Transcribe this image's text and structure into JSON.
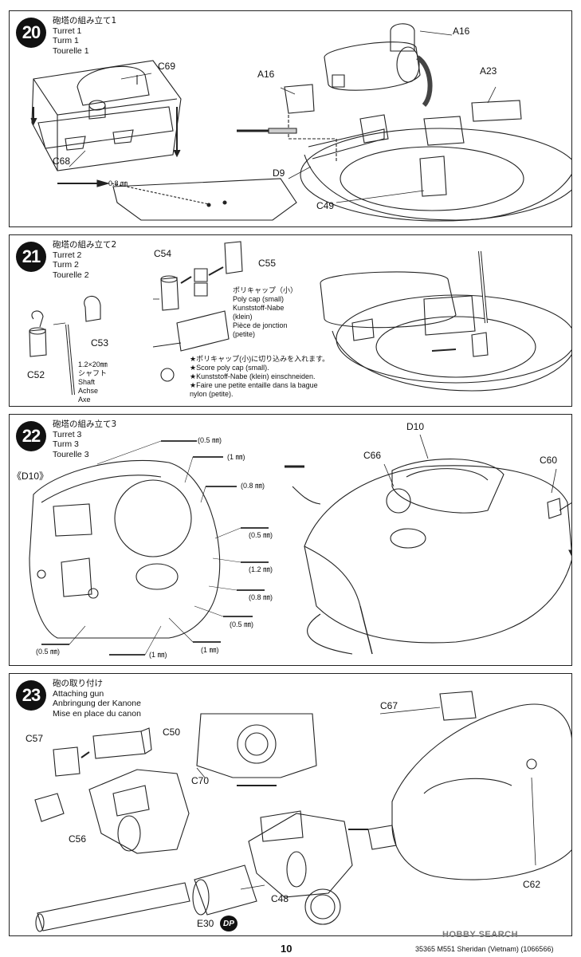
{
  "steps": [
    {
      "number": "20",
      "title_jp": "砲塔の組み立て1",
      "title_en": "Turret 1",
      "title_de": "Turm 1",
      "title_fr": "Tourelle 1",
      "parts": [
        "C69",
        "C68",
        "A16",
        "A16",
        "A23",
        "D9",
        "C49"
      ],
      "drill": "0.8 ㎜"
    },
    {
      "number": "21",
      "title_jp": "砲塔の組み立て2",
      "title_en": "Turret 2",
      "title_de": "Turm 2",
      "title_fr": "Tourelle 2",
      "parts": [
        "C54",
        "C55",
        "C53",
        "C52"
      ],
      "shaft": [
        "1.2×20㎜",
        "シャフト",
        "Shaft",
        "Achse",
        "Axe"
      ],
      "polycap": [
        "ポリキャップ（小）",
        "Poly cap (small)",
        "Kunststoff-Nabe",
        "(klein)",
        "Pièce de jonction",
        "(petite)"
      ],
      "score_note": [
        "★ポリキャップ(小)に切り込みを入れます。",
        "★Score poly cap (small).",
        "★Kunststoff-Nabe (klein) einschneiden.",
        "★Faire une petite entaille dans la bague",
        "nylon (petite)."
      ]
    },
    {
      "number": "22",
      "title_jp": "砲塔の組み立て3",
      "title_en": "Turret 3",
      "title_de": "Turm 3",
      "title_fr": "Tourelle 3",
      "part_ref": "《D10》",
      "parts": [
        "D10",
        "C66",
        "C60"
      ],
      "drills": [
        "(0.5 ㎜)",
        "(1 ㎜)",
        "(0.8 ㎜)",
        "(0.5 ㎜)",
        "(1.2 ㎜)",
        "(0.8 ㎜)",
        "(0.5 ㎜)",
        "(1 ㎜)",
        "(0.5 ㎜)",
        "(1 ㎜)"
      ]
    },
    {
      "number": "23",
      "title_jp": "砲の取り付け",
      "title_en": "Attaching gun",
      "title_de": "Anbringung der Kanone",
      "title_fr": "Mise en place du canon",
      "parts": [
        "C67",
        "C57",
        "C50",
        "C70",
        "C56",
        "C62",
        "C48",
        "E30"
      ],
      "badge": "DP"
    }
  ],
  "footer": {
    "page_number": "10",
    "model_info": "35365 M551 Sheridan (Vietnam) (1066566)",
    "watermark": "HOBBY SEARCH"
  }
}
